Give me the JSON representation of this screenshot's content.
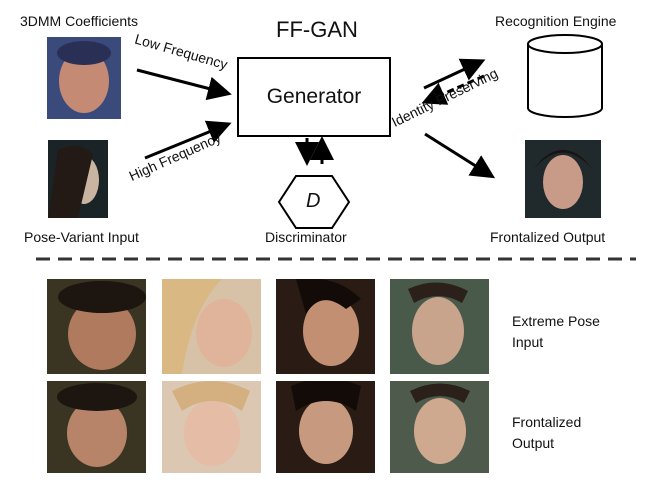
{
  "title": "FF-GAN",
  "labels": {
    "coefficients": "3DMM Coefficients",
    "recognition": "Recognition Engine",
    "generator": "Generator",
    "discriminator_symbol": "D",
    "pose_input": "Pose-Variant Input",
    "discriminator": "Discriminator",
    "frontalized_output": "Frontalized Output",
    "low_frequency": "Low Frequency",
    "high_frequency": "High Frequency",
    "identity_preserving": "Identity Preserving"
  },
  "bottom": {
    "row1_caption": [
      "Extreme Pose",
      "Input"
    ],
    "row2_caption": [
      "Frontalized",
      "Output"
    ]
  },
  "colors": {
    "line": "#000000",
    "divider": "#333333"
  }
}
